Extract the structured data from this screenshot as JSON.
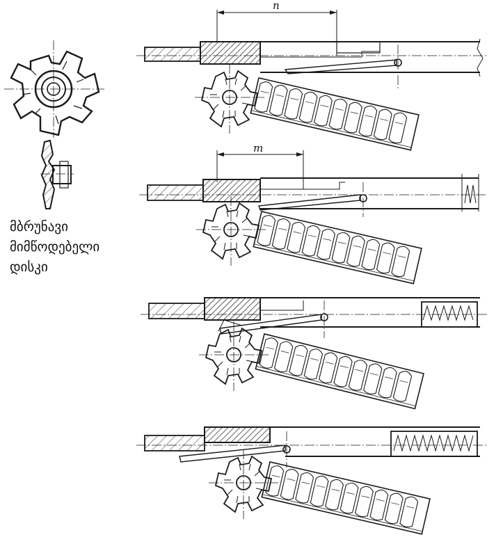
{
  "caption": {
    "line1": "მბრუნავი",
    "line2": "მიმწოდებელი",
    "line3": "დისკი"
  },
  "dimensions": {
    "top": "n",
    "second": "m"
  },
  "colors": {
    "ink": "#1a1a1a",
    "background": "#ffffff"
  }
}
